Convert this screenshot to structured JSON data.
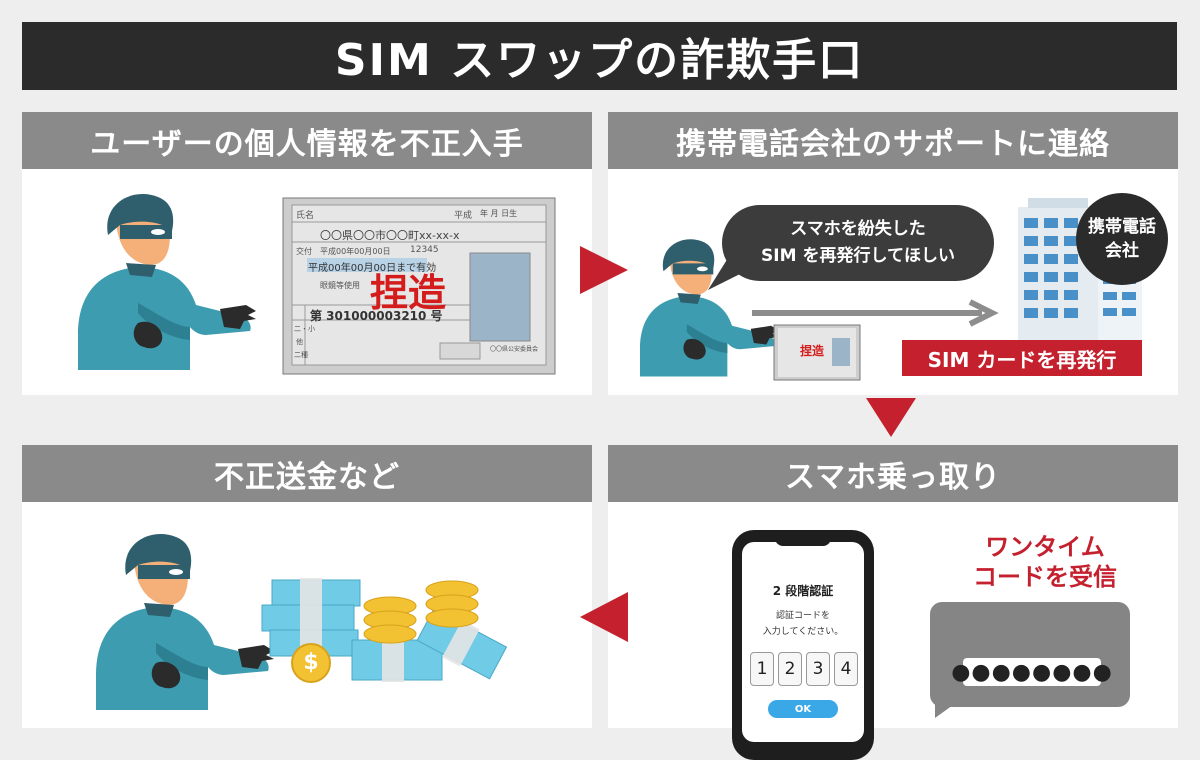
{
  "title": "SIM スワップの詐欺手口",
  "steps": [
    {
      "heading": "ユーザーの個人情報を不正入手"
    },
    {
      "heading": "携帯電話会社のサポートに連絡"
    },
    {
      "heading": "スマホ乗っ取り"
    },
    {
      "heading": "不正送金など"
    }
  ],
  "id_card": {
    "forged_stamp": "捏造",
    "name_label": "氏名",
    "era_label": "平成",
    "era_date": "年 月 日生",
    "address": "〇〇県〇〇市〇〇町xx-xx-x",
    "issue_label": "交付",
    "issue_date": "平成00年00月00日",
    "issue_num": "12345",
    "expiry": "平成00年00月00日まで有効",
    "condition": "眼鏡等使用",
    "number": "第 301000003210 号",
    "left_rows": [
      "二・小",
      "他",
      "二種"
    ],
    "commission": "〇〇県公安委員会"
  },
  "speech_bubble": {
    "line1": "スマホを紛失した",
    "line2": "SIM を再発行してほしい"
  },
  "carrier_label": {
    "line1": "携帯電話",
    "line2": "会社"
  },
  "reissue_tag": "SIM カードを再発行",
  "phone": {
    "title": "2 段階認証",
    "instruction1": "認証コードを",
    "instruction2": "入力してください。",
    "digits": [
      "1",
      "2",
      "3",
      "4"
    ],
    "ok_label": "OK"
  },
  "otp_label": {
    "line1": "ワンタイム",
    "line2": "コードを受信"
  },
  "password_mask": "●●●●●●●●",
  "coin_symbol": "$",
  "colors": {
    "title_bg": "#2b2b2b",
    "header_bg": "#8a8a8a",
    "accent_red": "#c4202e",
    "person": "#3d9cb0",
    "mask": "#2f5f6c",
    "skin": "#f5b07a",
    "money": "#6fcbe6",
    "coin": "#f2c232"
  }
}
